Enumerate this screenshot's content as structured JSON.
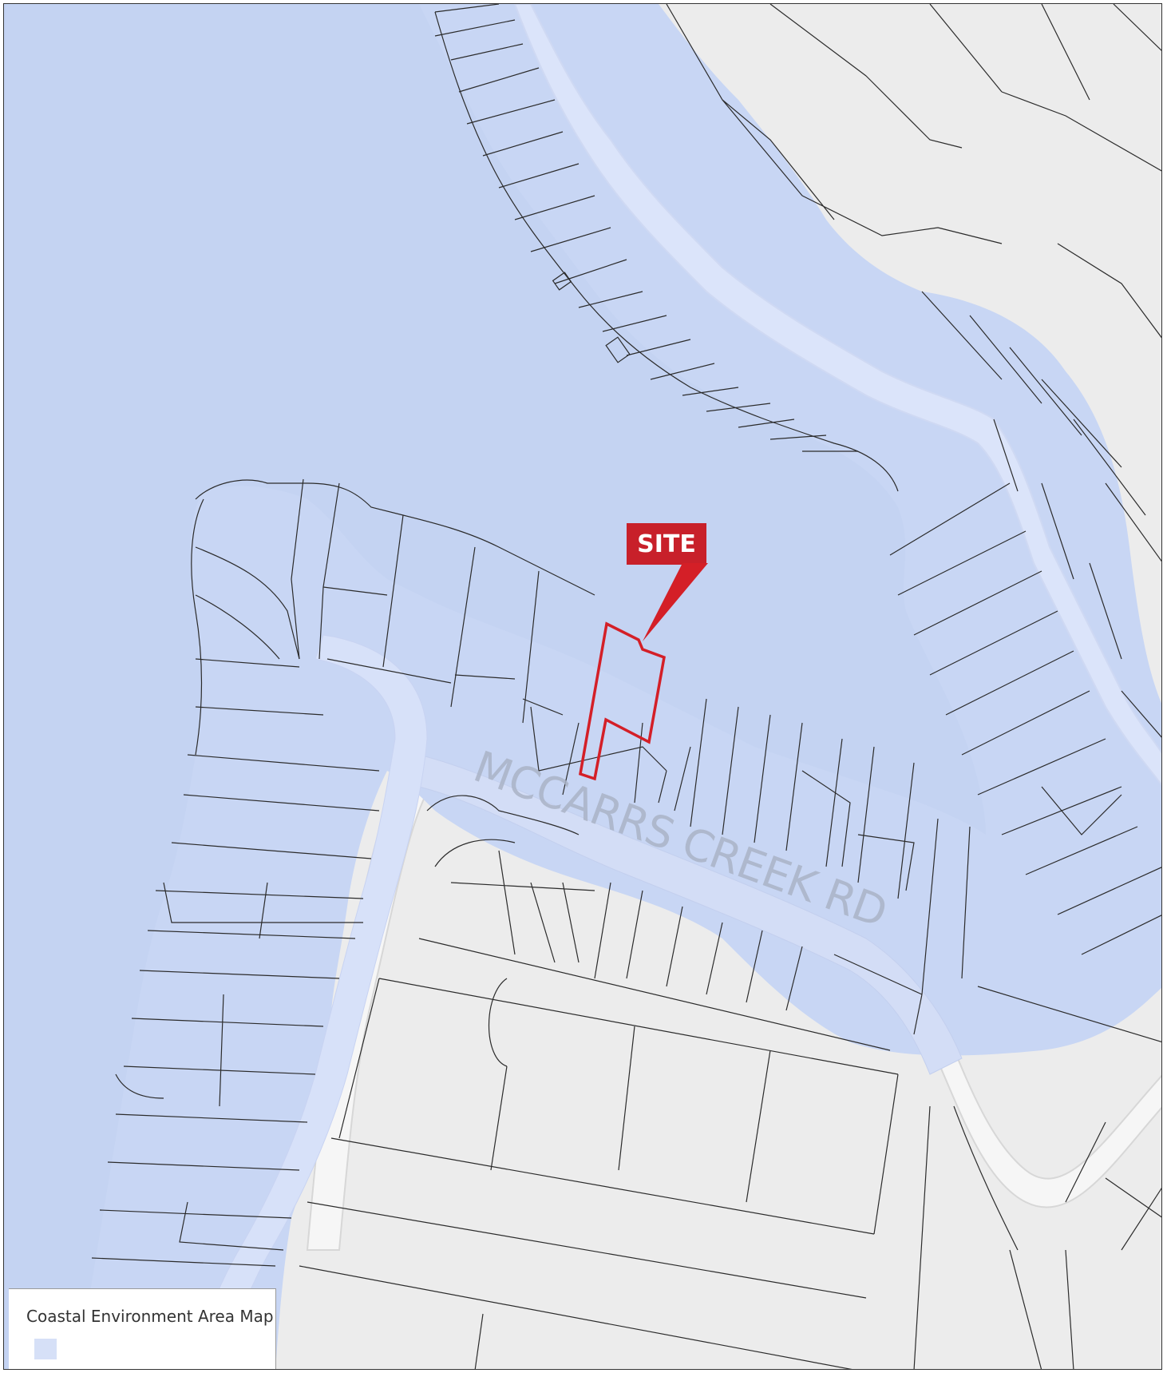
{
  "map": {
    "site_label": "SITE",
    "road_label": "MCCARRS CREEK RD",
    "colors": {
      "land": "#ececec",
      "coastal_area": "#c8d6f4",
      "water": "#c4d3f2",
      "road": "#f4f4f4",
      "lot_lines": "#2b2b2b",
      "site": "#d41f27"
    }
  },
  "legend": {
    "title": "Coastal Environment Area Map",
    "items": [
      {
        "label": "",
        "color": "#d6e0f7"
      }
    ]
  }
}
